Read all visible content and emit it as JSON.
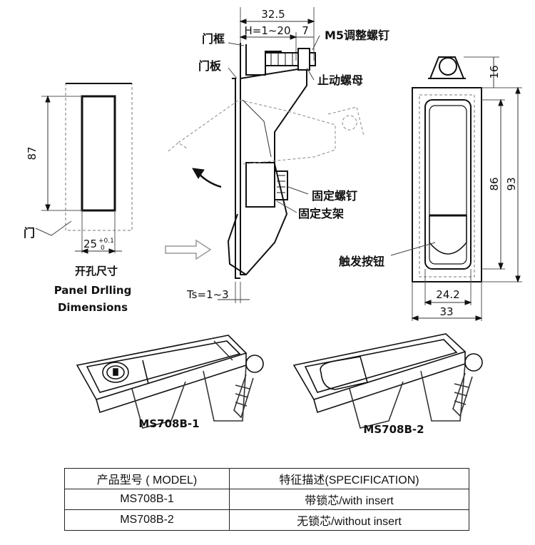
{
  "cutout": {
    "height": "87",
    "width": "25",
    "tol_plus": "+0.1",
    "tol_minus": "0",
    "door_label": "门",
    "title_cn": "开孔尺寸",
    "title_en_1": "Panel Drlling",
    "title_en_2": "Dimensions"
  },
  "side_view": {
    "overall": "32.5",
    "h_range": "H=1~20",
    "offset": "7",
    "door_frame": "门框",
    "door_panel": "门板",
    "adjust_screw": "M5调整螺钉",
    "stop_nut": "止动螺母",
    "fix_screw": "固定螺钉",
    "fix_bracket": "固定支架",
    "ts_range": "Ts=1~3"
  },
  "front_view": {
    "top": "16",
    "inner_height": "86",
    "outer_height": "93",
    "inner_width": "24.2",
    "outer_width": "33",
    "trigger_button": "触发按钮"
  },
  "models": [
    {
      "name": "MS708B-1"
    },
    {
      "name": "MS708B-2"
    }
  ],
  "table": {
    "header_model": "产品型号 ( MODEL)",
    "header_spec": "特征描述(SPECIFICATION)",
    "rows": [
      {
        "model": "MS708B-1",
        "spec": "带锁芯/with insert"
      },
      {
        "model": "MS708B-2",
        "spec": "无锁芯/without insert"
      }
    ]
  }
}
